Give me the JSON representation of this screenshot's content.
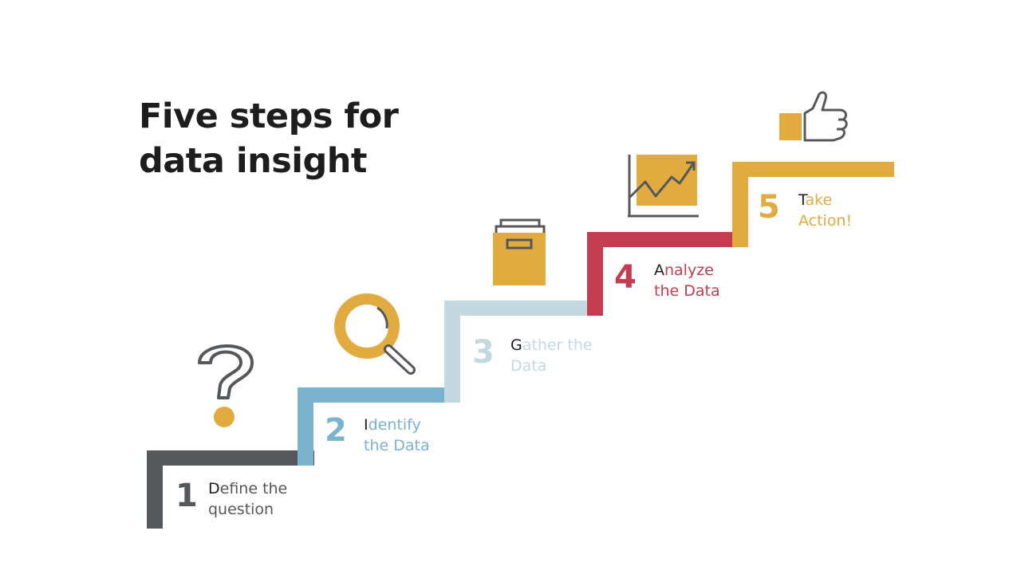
{
  "title": {
    "line1": "Five steps for",
    "line2": "data insight"
  },
  "colors": {
    "step1": "#55585b",
    "step2": "#7bb2ce",
    "step3": "#c3d9e2",
    "step4": "#c33c4f",
    "step5": "#e1ab40",
    "title": "#1d1d1d"
  },
  "steps": [
    {
      "number": "1",
      "label_first": "D",
      "label_rest": "efine the",
      "label_line2": "question",
      "icon": "question-mark-icon"
    },
    {
      "number": "2",
      "label_first": "I",
      "label_rest": "dentify",
      "label_line2": "the Data",
      "icon": "magnifier-icon"
    },
    {
      "number": "3",
      "label_first": "G",
      "label_rest": "ather the",
      "label_line2": "Data",
      "icon": "file-box-icon"
    },
    {
      "number": "4",
      "label_first": "A",
      "label_rest": "nalyze",
      "label_line2": "the Data",
      "icon": "line-chart-icon"
    },
    {
      "number": "5",
      "label_first": "T",
      "label_rest": "ake",
      "label_line2": "Action!",
      "icon": "thumbs-up-icon"
    }
  ]
}
